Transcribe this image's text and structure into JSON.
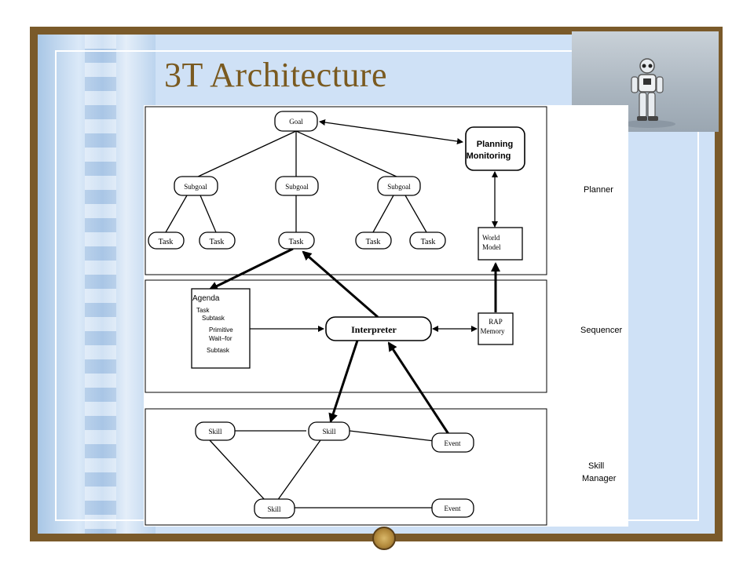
{
  "title": "3T Architecture",
  "layers": {
    "planner": "Planner",
    "sequencer": "Sequencer",
    "skill_manager_line1": "Skill",
    "skill_manager_line2": "Manager"
  },
  "planner": {
    "goal": "Goal",
    "subgoals": [
      "Subgoal",
      "Subgoal",
      "Subgoal"
    ],
    "tasks": [
      "Task",
      "Task",
      "Task",
      "Task",
      "Task"
    ],
    "planning_line1": "Planning",
    "planning_line2": "Monitoring",
    "world_model_line1": "World",
    "world_model_line2": "Model"
  },
  "sequencer": {
    "agenda_title": "Agenda",
    "agenda_items": [
      "Task",
      "Subtask",
      "Primitive",
      "Wait–for",
      "Subtask"
    ],
    "interpreter": "Interpreter",
    "rap_line1": "RAP",
    "rap_line2": "Memory"
  },
  "skill_manager": {
    "skills": [
      "Skill",
      "Skill",
      "Skill"
    ],
    "events": [
      "Event",
      "Event"
    ]
  },
  "colors": {
    "frame": "#7a5a2a",
    "title": "#7a5a20",
    "background": "#cfe1f6"
  }
}
